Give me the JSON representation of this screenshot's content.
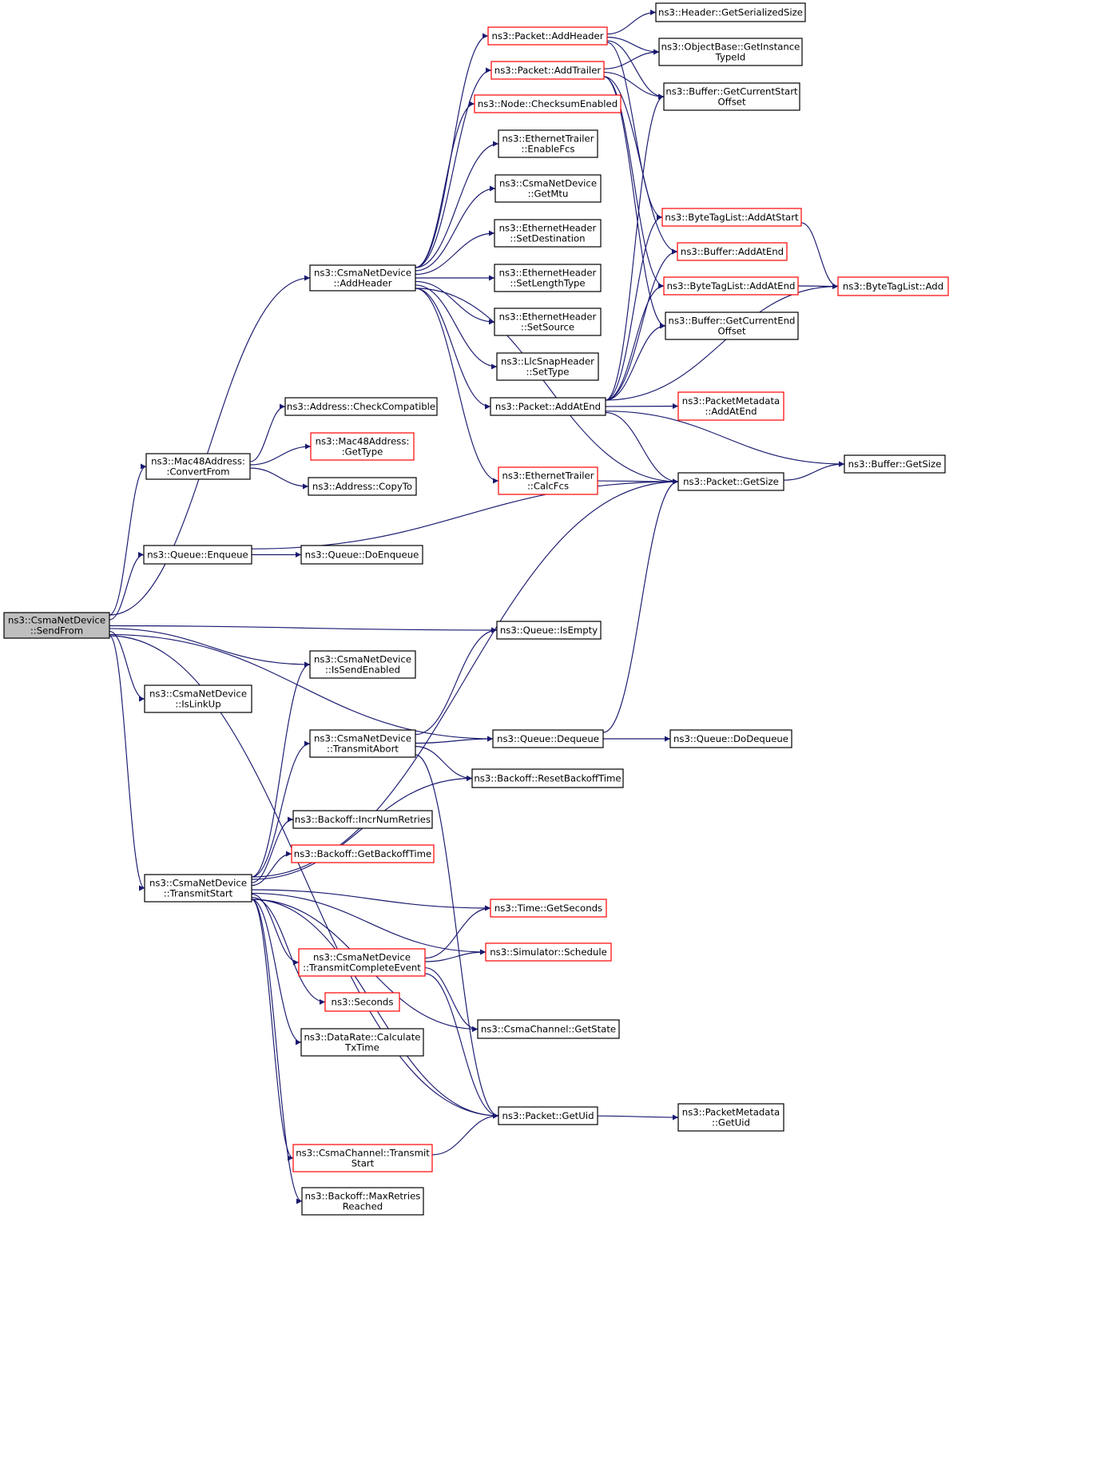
{
  "colors": {
    "edge": "#191970",
    "normal_border": "#000000",
    "truncated_border": "#ff0000",
    "root_fill": "#bfbfbf",
    "fill": "#ffffff"
  },
  "nodes": [
    {
      "id": "SendFrom",
      "lines": [
        "ns3::CsmaNetDevice",
        "::SendFrom"
      ],
      "style": "root"
    },
    {
      "id": "AddHeaderDev",
      "lines": [
        "ns3::CsmaNetDevice",
        "::AddHeader"
      ],
      "style": "normal"
    },
    {
      "id": "ConvertFrom",
      "lines": [
        "ns3::Mac48Address:",
        ":ConvertFrom"
      ],
      "style": "normal"
    },
    {
      "id": "Enqueue",
      "lines": [
        "ns3::Queue::Enqueue"
      ],
      "style": "normal"
    },
    {
      "id": "IsLinkUp",
      "lines": [
        "ns3::CsmaNetDevice",
        "::IsLinkUp"
      ],
      "style": "normal"
    },
    {
      "id": "TransmitStart",
      "lines": [
        "ns3::CsmaNetDevice",
        "::TransmitStart"
      ],
      "style": "normal"
    },
    {
      "id": "PktAddHeader",
      "lines": [
        "ns3::Packet::AddHeader"
      ],
      "style": "truncated"
    },
    {
      "id": "PktAddTrailer",
      "lines": [
        "ns3::Packet::AddTrailer"
      ],
      "style": "truncated"
    },
    {
      "id": "ChecksumEnabled",
      "lines": [
        "ns3::Node::ChecksumEnabled"
      ],
      "style": "truncated"
    },
    {
      "id": "EnableFcs",
      "lines": [
        "ns3::EthernetTrailer",
        "::EnableFcs"
      ],
      "style": "normal"
    },
    {
      "id": "GetMtu",
      "lines": [
        "ns3::CsmaNetDevice",
        "::GetMtu"
      ],
      "style": "normal"
    },
    {
      "id": "SetDestination",
      "lines": [
        "ns3::EthernetHeader",
        "::SetDestination"
      ],
      "style": "normal"
    },
    {
      "id": "SetLengthType",
      "lines": [
        "ns3::EthernetHeader",
        "::SetLengthType"
      ],
      "style": "normal"
    },
    {
      "id": "SetSource",
      "lines": [
        "ns3::EthernetHeader",
        "::SetSource"
      ],
      "style": "normal"
    },
    {
      "id": "LlcSetType",
      "lines": [
        "ns3::LlcSnapHeader",
        "::SetType"
      ],
      "style": "normal"
    },
    {
      "id": "PktAddAtEnd",
      "lines": [
        "ns3::Packet::AddAtEnd"
      ],
      "style": "normal"
    },
    {
      "id": "CalcFcs",
      "lines": [
        "ns3::EthernetTrailer",
        "::CalcFcs"
      ],
      "style": "truncated"
    },
    {
      "id": "CheckCompatible",
      "lines": [
        "ns3::Address::CheckCompatible"
      ],
      "style": "normal"
    },
    {
      "id": "Mac48GetType",
      "lines": [
        "ns3::Mac48Address:",
        ":GetType"
      ],
      "style": "truncated"
    },
    {
      "id": "CopyTo",
      "lines": [
        "ns3::Address::CopyTo"
      ],
      "style": "normal"
    },
    {
      "id": "DoEnqueue",
      "lines": [
        "ns3::Queue::DoEnqueue"
      ],
      "style": "normal"
    },
    {
      "id": "IsEmpty",
      "lines": [
        "ns3::Queue::IsEmpty"
      ],
      "style": "normal"
    },
    {
      "id": "IsSendEnabled",
      "lines": [
        "ns3::CsmaNetDevice",
        "::IsSendEnabled"
      ],
      "style": "normal"
    },
    {
      "id": "TransmitAbort",
      "lines": [
        "ns3::CsmaNetDevice",
        "::TransmitAbort"
      ],
      "style": "normal"
    },
    {
      "id": "Dequeue",
      "lines": [
        "ns3::Queue::Dequeue"
      ],
      "style": "normal"
    },
    {
      "id": "DoDequeue",
      "lines": [
        "ns3::Queue::DoDequeue"
      ],
      "style": "normal"
    },
    {
      "id": "ResetBackoff",
      "lines": [
        "ns3::Backoff::ResetBackoffTime"
      ],
      "style": "normal"
    },
    {
      "id": "IncrNumRetries",
      "lines": [
        "ns3::Backoff::IncrNumRetries"
      ],
      "style": "normal"
    },
    {
      "id": "GetBackoffTime",
      "lines": [
        "ns3::Backoff::GetBackoffTime"
      ],
      "style": "truncated"
    },
    {
      "id": "GetSeconds",
      "lines": [
        "ns3::Time::GetSeconds"
      ],
      "style": "truncated"
    },
    {
      "id": "TransmitComplete",
      "lines": [
        "ns3::CsmaNetDevice",
        "::TransmitCompleteEvent"
      ],
      "style": "truncated"
    },
    {
      "id": "Schedule",
      "lines": [
        "ns3::Simulator::Schedule"
      ],
      "style": "truncated"
    },
    {
      "id": "Seconds",
      "lines": [
        "ns3::Seconds"
      ],
      "style": "truncated"
    },
    {
      "id": "CalculateTx",
      "lines": [
        "ns3::DataRate::Calculate",
        "TxTime"
      ],
      "style": "normal"
    },
    {
      "id": "ChanGetState",
      "lines": [
        "ns3::CsmaChannel::GetState"
      ],
      "style": "normal"
    },
    {
      "id": "PktGetUid",
      "lines": [
        "ns3::Packet::GetUid"
      ],
      "style": "normal"
    },
    {
      "id": "ChanTransmitStart",
      "lines": [
        "ns3::CsmaChannel::Transmit",
        "Start"
      ],
      "style": "truncated"
    },
    {
      "id": "MaxRetries",
      "lines": [
        "ns3::Backoff::MaxRetries",
        "Reached"
      ],
      "style": "normal"
    },
    {
      "id": "MetaGetUid",
      "lines": [
        "ns3::PacketMetadata",
        "::GetUid"
      ],
      "style": "normal"
    },
    {
      "id": "HdrGetSerSize",
      "lines": [
        "ns3::Header::GetSerializedSize"
      ],
      "style": "normal"
    },
    {
      "id": "GetInstanceTypeId",
      "lines": [
        "ns3::ObjectBase::GetInstance",
        "TypeId"
      ],
      "style": "normal"
    },
    {
      "id": "GetCurrentStartOffset",
      "lines": [
        "ns3::Buffer::GetCurrentStart",
        "Offset"
      ],
      "style": "normal"
    },
    {
      "id": "BtlAddAtStart",
      "lines": [
        "ns3::ByteTagList::AddAtStart"
      ],
      "style": "truncated"
    },
    {
      "id": "BufAddAtEnd",
      "lines": [
        "ns3::Buffer::AddAtEnd"
      ],
      "style": "truncated"
    },
    {
      "id": "BtlAddAtEnd",
      "lines": [
        "ns3::ByteTagList::AddAtEnd"
      ],
      "style": "truncated"
    },
    {
      "id": "GetCurrentEndOffset",
      "lines": [
        "ns3::Buffer::GetCurrentEnd",
        "Offset"
      ],
      "style": "normal"
    },
    {
      "id": "MetaAddAtEnd",
      "lines": [
        "ns3::PacketMetadata",
        "::AddAtEnd"
      ],
      "style": "truncated"
    },
    {
      "id": "PktGetSize",
      "lines": [
        "ns3::Packet::GetSize"
      ],
      "style": "normal"
    },
    {
      "id": "BtlAdd",
      "lines": [
        "ns3::ByteTagList::Add"
      ],
      "style": "truncated"
    },
    {
      "id": "BufGetSize",
      "lines": [
        "ns3::Buffer::GetSize"
      ],
      "style": "normal"
    }
  ],
  "edges": [
    [
      "SendFrom",
      "AddHeaderDev"
    ],
    [
      "SendFrom",
      "ConvertFrom"
    ],
    [
      "SendFrom",
      "Enqueue"
    ],
    [
      "SendFrom",
      "IsEmpty"
    ],
    [
      "SendFrom",
      "IsSendEnabled"
    ],
    [
      "SendFrom",
      "IsLinkUp"
    ],
    [
      "SendFrom",
      "Dequeue"
    ],
    [
      "SendFrom",
      "TransmitStart"
    ],
    [
      "SendFrom",
      "PktGetUid"
    ],
    [
      "AddHeaderDev",
      "PktAddHeader"
    ],
    [
      "AddHeaderDev",
      "PktAddTrailer"
    ],
    [
      "AddHeaderDev",
      "ChecksumEnabled"
    ],
    [
      "AddHeaderDev",
      "EnableFcs"
    ],
    [
      "AddHeaderDev",
      "GetMtu"
    ],
    [
      "AddHeaderDev",
      "SetDestination"
    ],
    [
      "AddHeaderDev",
      "SetLengthType"
    ],
    [
      "AddHeaderDev",
      "SetSource"
    ],
    [
      "AddHeaderDev",
      "LlcSetType"
    ],
    [
      "AddHeaderDev",
      "PktAddAtEnd"
    ],
    [
      "AddHeaderDev",
      "CalcFcs"
    ],
    [
      "AddHeaderDev",
      "PktGetSize"
    ],
    [
      "ConvertFrom",
      "CheckCompatible"
    ],
    [
      "ConvertFrom",
      "Mac48GetType"
    ],
    [
      "ConvertFrom",
      "CopyTo"
    ],
    [
      "Enqueue",
      "DoEnqueue"
    ],
    [
      "Enqueue",
      "PktGetSize"
    ],
    [
      "PktAddHeader",
      "HdrGetSerSize"
    ],
    [
      "PktAddHeader",
      "GetInstanceTypeId"
    ],
    [
      "PktAddHeader",
      "GetCurrentStartOffset"
    ],
    [
      "PktAddHeader",
      "BtlAddAtStart"
    ],
    [
      "PktAddTrailer",
      "GetInstanceTypeId"
    ],
    [
      "PktAddTrailer",
      "GetCurrentStartOffset"
    ],
    [
      "PktAddTrailer",
      "BufAddAtEnd"
    ],
    [
      "PktAddTrailer",
      "BtlAddAtEnd"
    ],
    [
      "PktAddTrailer",
      "GetCurrentEndOffset"
    ],
    [
      "PktAddAtEnd",
      "GetCurrentStartOffset"
    ],
    [
      "PktAddAtEnd",
      "BtlAddAtStart"
    ],
    [
      "PktAddAtEnd",
      "BufAddAtEnd"
    ],
    [
      "PktAddAtEnd",
      "BtlAddAtEnd"
    ],
    [
      "PktAddAtEnd",
      "GetCurrentEndOffset"
    ],
    [
      "PktAddAtEnd",
      "BtlAdd"
    ],
    [
      "PktAddAtEnd",
      "MetaAddAtEnd"
    ],
    [
      "PktAddAtEnd",
      "PktGetSize"
    ],
    [
      "PktAddAtEnd",
      "BufGetSize"
    ],
    [
      "BtlAddAtStart",
      "BtlAdd"
    ],
    [
      "BtlAddAtEnd",
      "BtlAdd"
    ],
    [
      "CalcFcs",
      "PktGetSize"
    ],
    [
      "PktGetSize",
      "BufGetSize"
    ],
    [
      "TransmitStart",
      "IsSendEnabled"
    ],
    [
      "TransmitStart",
      "PktGetSize"
    ],
    [
      "TransmitStart",
      "TransmitAbort"
    ],
    [
      "TransmitStart",
      "ResetBackoff"
    ],
    [
      "TransmitStart",
      "IncrNumRetries"
    ],
    [
      "TransmitStart",
      "GetBackoffTime"
    ],
    [
      "TransmitStart",
      "GetSeconds"
    ],
    [
      "TransmitStart",
      "Schedule"
    ],
    [
      "TransmitStart",
      "TransmitComplete"
    ],
    [
      "TransmitStart",
      "Seconds"
    ],
    [
      "TransmitStart",
      "CalculateTx"
    ],
    [
      "TransmitStart",
      "ChanGetState"
    ],
    [
      "TransmitStart",
      "PktGetUid"
    ],
    [
      "TransmitStart",
      "ChanTransmitStart"
    ],
    [
      "TransmitStart",
      "MaxRetries"
    ],
    [
      "TransmitAbort",
      "IsEmpty"
    ],
    [
      "TransmitAbort",
      "Dequeue"
    ],
    [
      "TransmitAbort",
      "ResetBackoff"
    ],
    [
      "TransmitAbort",
      "PktGetUid"
    ],
    [
      "Dequeue",
      "DoDequeue"
    ],
    [
      "Dequeue",
      "PktGetSize"
    ],
    [
      "TransmitComplete",
      "GetSeconds"
    ],
    [
      "TransmitComplete",
      "Schedule"
    ],
    [
      "TransmitComplete",
      "ChanGetState"
    ],
    [
      "TransmitComplete",
      "PktGetUid"
    ],
    [
      "ChanTransmitStart",
      "PktGetUid"
    ],
    [
      "PktGetUid",
      "MetaGetUid"
    ]
  ]
}
